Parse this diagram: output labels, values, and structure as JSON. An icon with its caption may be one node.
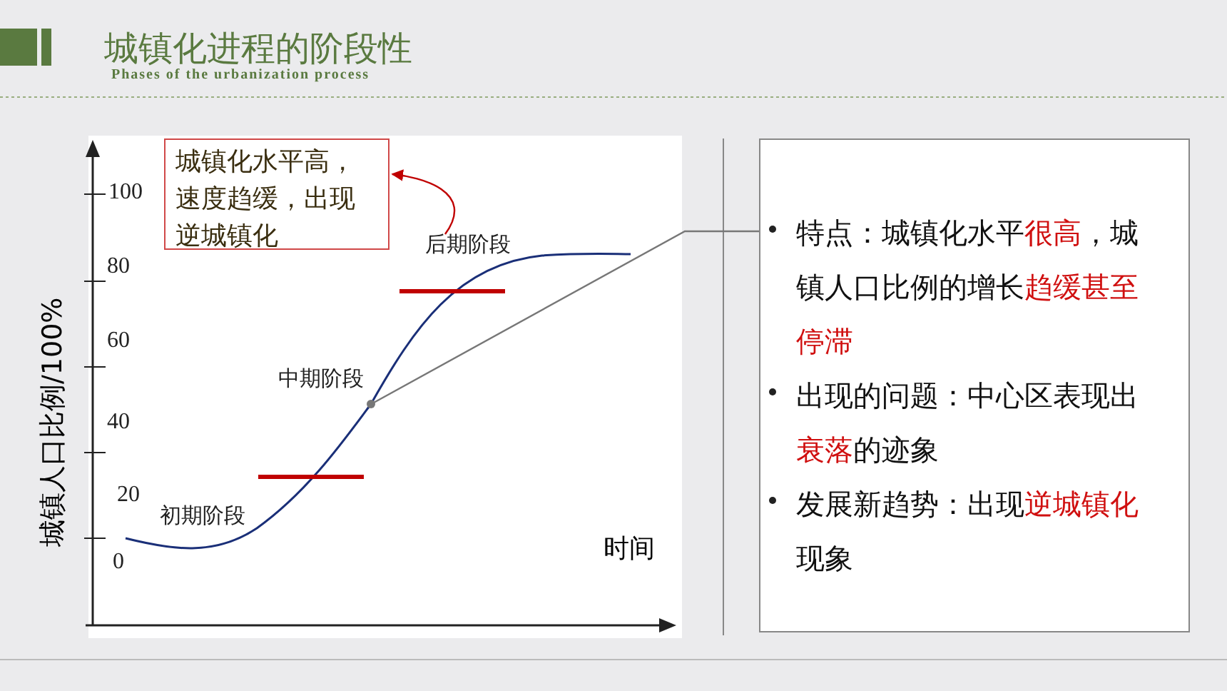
{
  "diagram": {
    "title": "城镇化进程的阶段性",
    "nodes": [
      {
        "text": [
          "城镇化水平高，速度趋缓，出现逆城镇化"
        ]
      },
      {
        "text": [],
        "shape": "circle"
      },
      {
        "text": [
          "特点：城镇化水平**很高**，城镇人口比例的增长**趋缓甚至停滞**",
          "出现的问题：中心区表现出**衰落**的迹象",
          "发展新趋势：出现**逆城镇化**现象"
        ]
      },
      {
        "text": [
          "后期阶段"
        ]
      }
    ],
    "edges": [
      {
        "from": 3,
        "to": 0,
        "arrow": "to",
        "color": "#c00000"
      },
      {
        "from": 1,
        "to": 2,
        "arrow": "none",
        "color": "#777777"
      }
    ],
    "labels": [
      "Phases of the urbanization process",
      "100",
      "80",
      "60",
      "40",
      "20",
      "0",
      "城镇人口比例/100%",
      "中期阶段",
      "初期阶段",
      "时间"
    ]
  }
}
